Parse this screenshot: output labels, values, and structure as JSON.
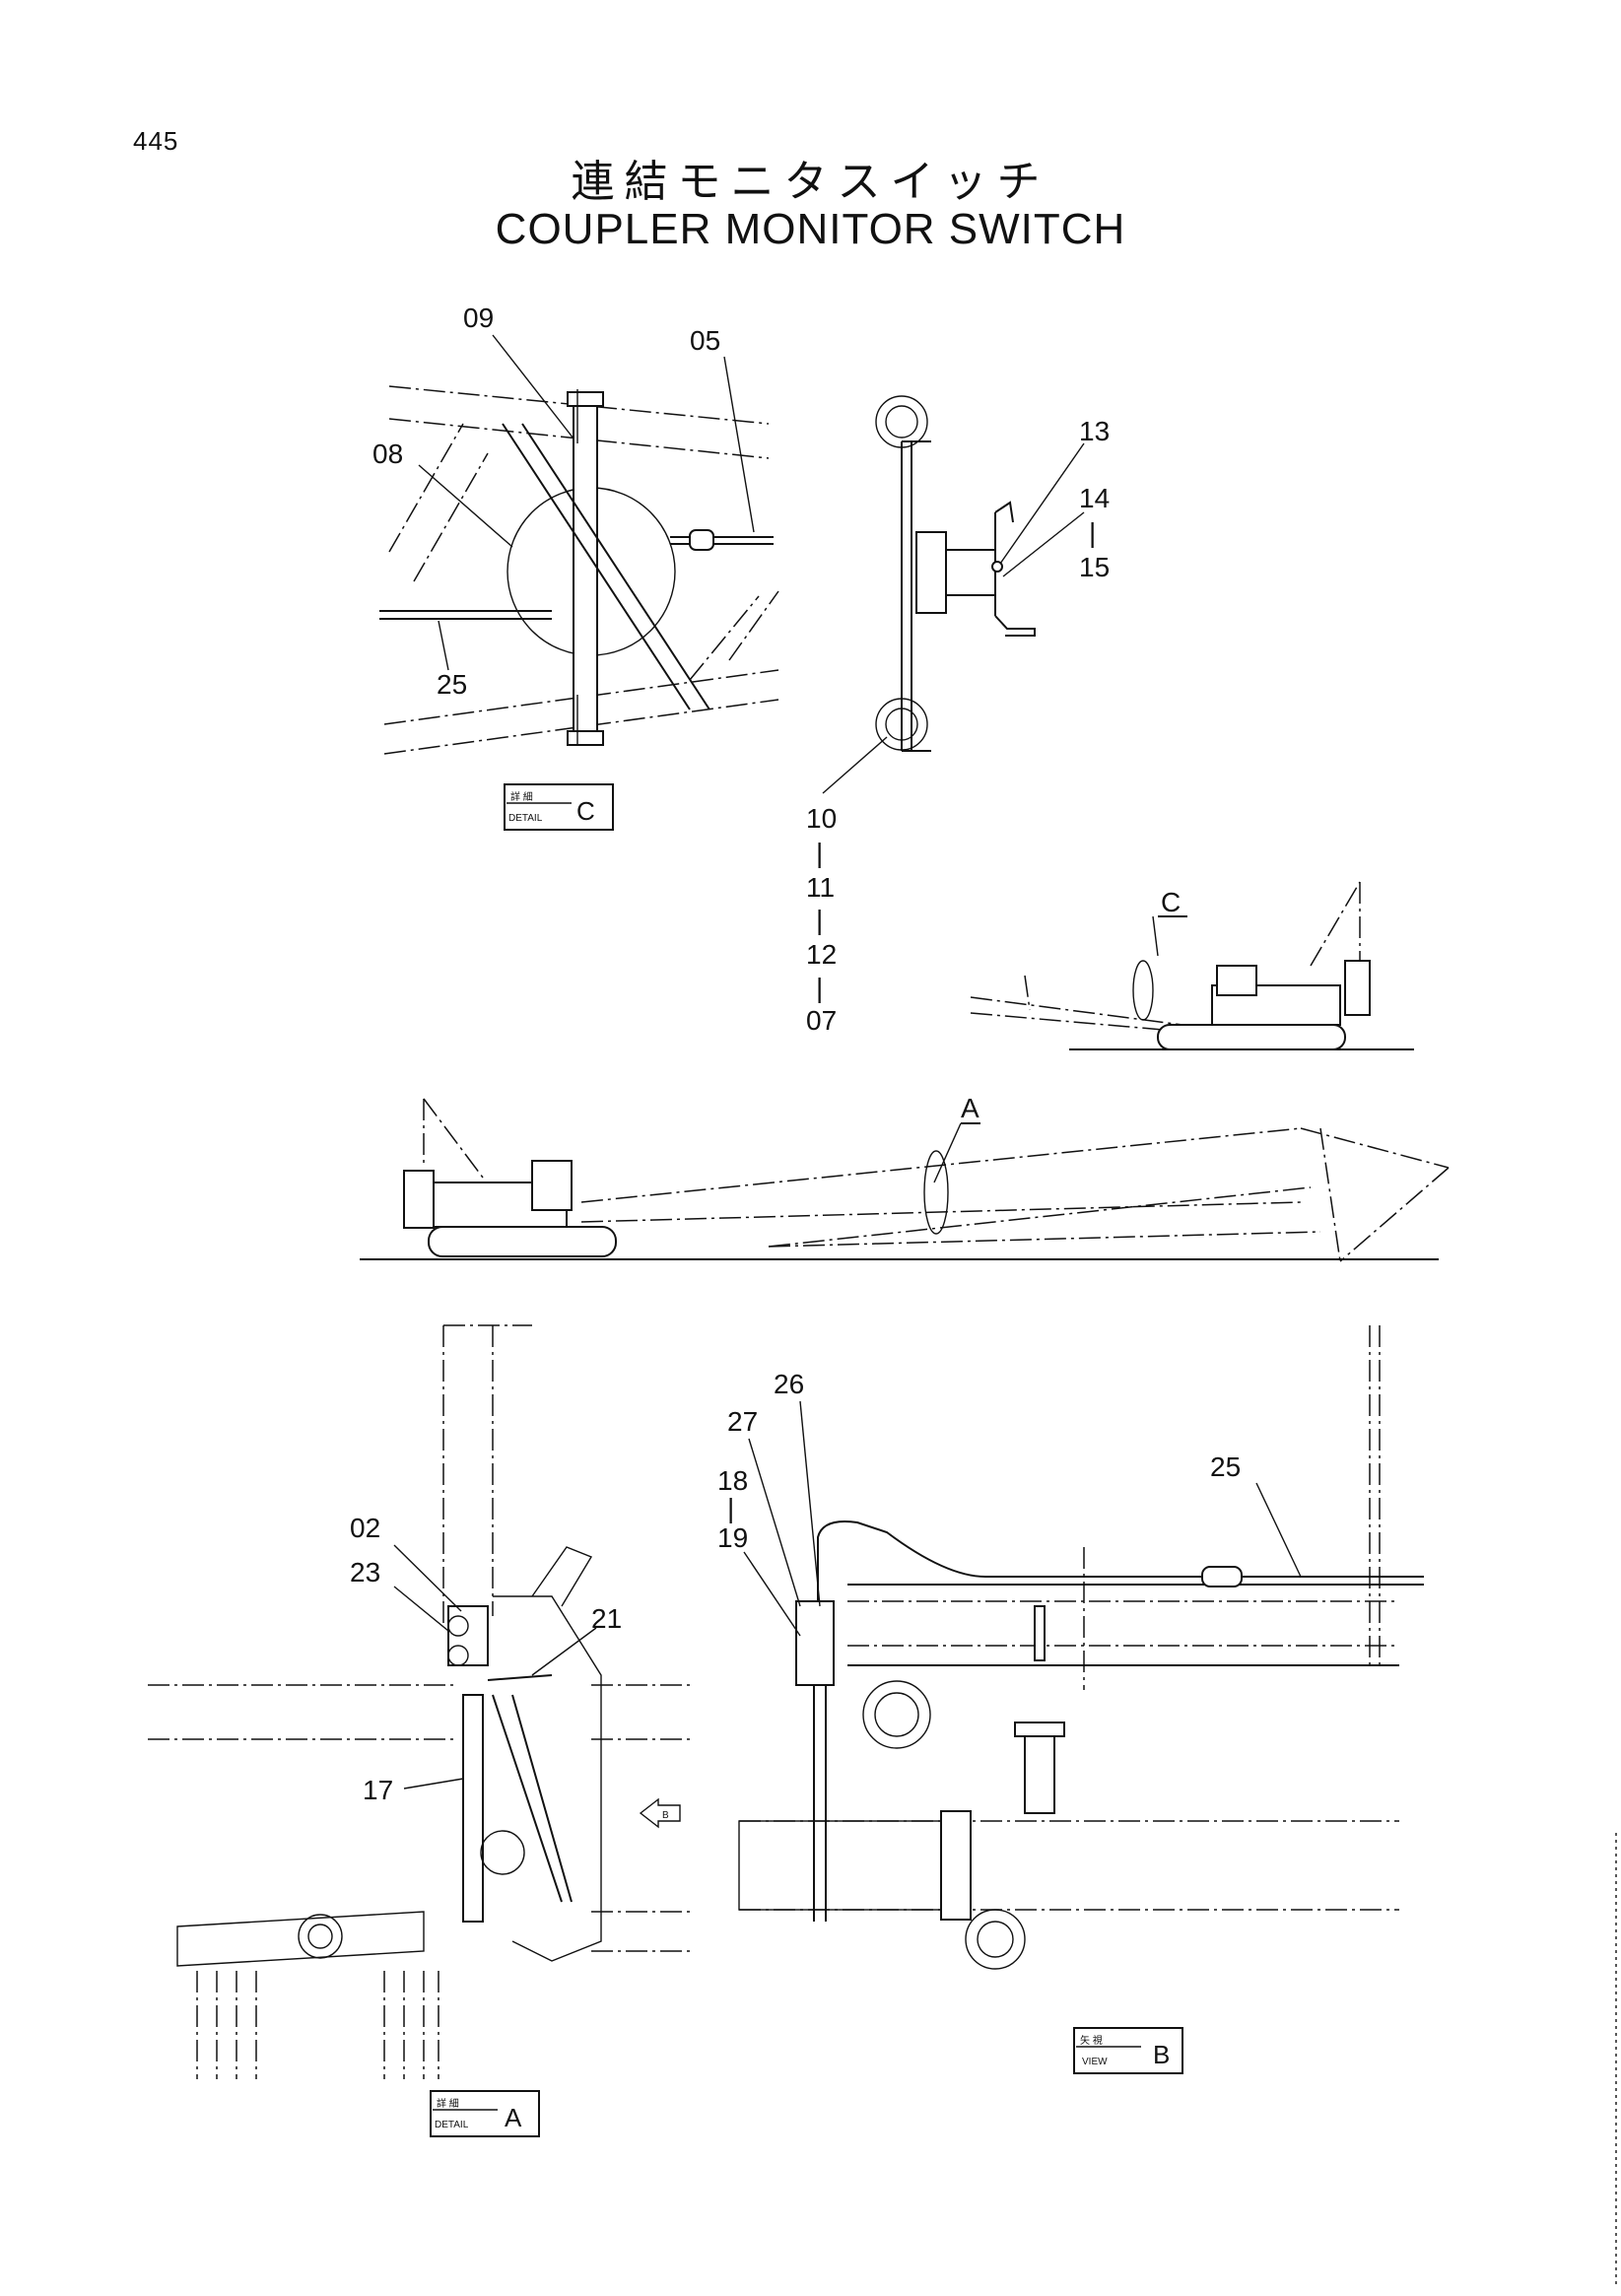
{
  "page_number": "445",
  "title_jp": "連結モニタスイッチ",
  "title_en": "COUPLER MONITOR SWITCH",
  "detail_boxes": [
    {
      "jp": "詳 細",
      "en": "DETAIL",
      "letter": "C"
    },
    {
      "jp": "詳 細",
      "en": "DETAIL",
      "letter": "A"
    },
    {
      "jp": "矢 視",
      "en": "VIEW",
      "letter": "B"
    }
  ],
  "view_markers": [
    "C",
    "A",
    "B"
  ],
  "callouts_detail_c": [
    "09",
    "05",
    "08",
    "25"
  ],
  "callouts_clamp": [
    "13",
    "14",
    "|",
    "15",
    "10",
    "|",
    "11",
    "|",
    "12",
    "|",
    "07"
  ],
  "callouts_detail_a": [
    "02",
    "23",
    "21",
    "17"
  ],
  "callouts_view_b": [
    "26",
    "27",
    "18",
    "|",
    "19",
    "25"
  ]
}
